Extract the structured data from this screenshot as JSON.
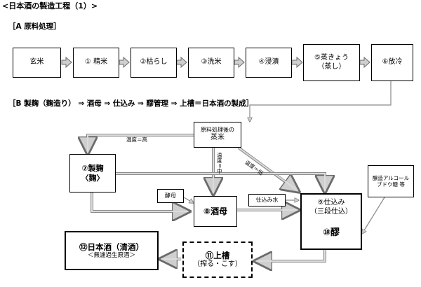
{
  "title": "<日本酒の製造工程（1）>",
  "section_a": {
    "heading": "［A  原料処理］",
    "steps": [
      "玄米",
      "① 精米",
      "②枯らし",
      "③洗米",
      "④浸漬",
      "⑤蒸きょう",
      "（蒸し）",
      "⑥放冷"
    ]
  },
  "section_b": {
    "heading": "［B  製麹（麹造り） ⇒  酒母  ⇒  仕込み  ⇒  醪管理  ⇒  上槽＝日本酒の製成］"
  },
  "nodes": {
    "steamed_rice": [
      "原料処理後の",
      "蒸米"
    ],
    "koji": [
      "⑦製麹",
      "〈麹〉"
    ],
    "yeast": "酵母",
    "shubo": "⑧酒母",
    "water": "仕込み水",
    "shikomi": [
      "⑨仕込み",
      "（三段仕込）",
      "⑩醪"
    ],
    "jozo_alcohol": [
      "醸造アルコール",
      "ブドウ糖  等"
    ],
    "jousou": [
      "⑪上槽",
      "（搾る・こす）"
    ],
    "nihonshu": [
      "⑫日本酒（清酒）",
      "＜無濾過生原酒＞"
    ]
  },
  "edge_labels": {
    "temp_high": "温度＝高",
    "temp_mid": "温度＝中",
    "temp_low": "温度＝低"
  },
  "colors": {
    "arrow_fill": "#cfcfcf",
    "arrow_stroke": "#6b6b6b",
    "line": "#8a8a8a"
  }
}
